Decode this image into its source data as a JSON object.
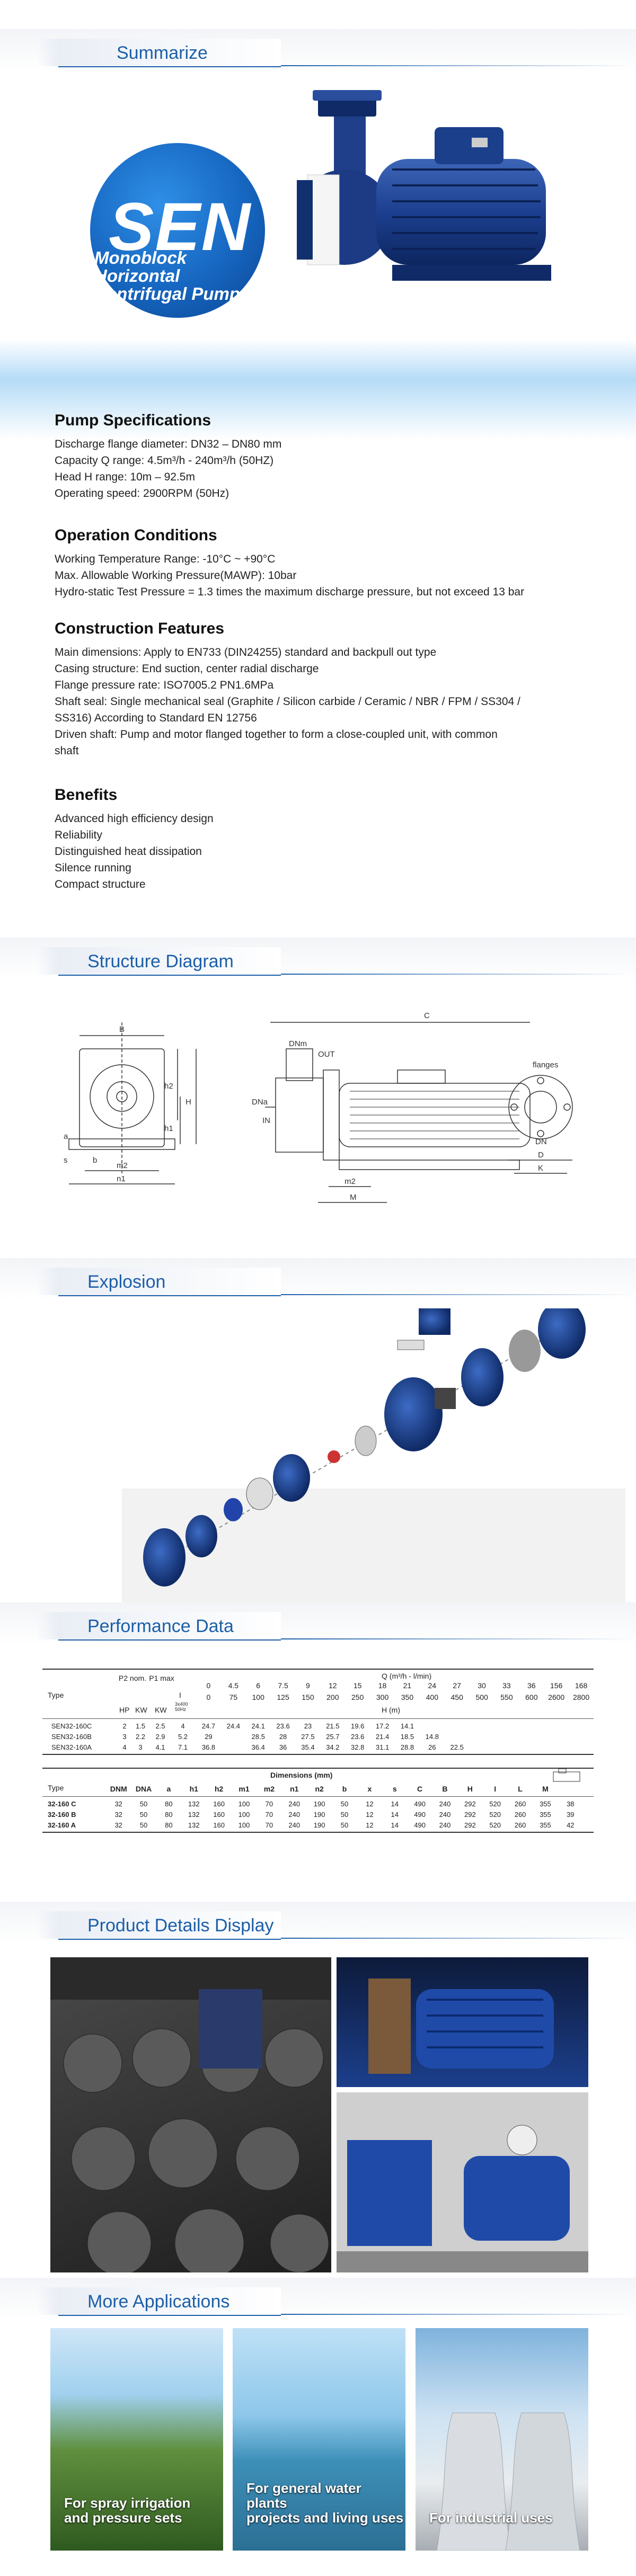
{
  "sections": {
    "summarize": "Summarize",
    "structure": "Structure Diagram",
    "explosion": "Explosion",
    "performance": "Performance Data",
    "product": "Product Details Display",
    "applications": "More Applications"
  },
  "hero": {
    "brand": "SEN",
    "subtitle_1": "Monoblock Horizontal",
    "subtitle_2": "Centrifugal Pumps"
  },
  "specs": [
    {
      "heading": "Pump Specifications",
      "lines": [
        "Discharge flange diameter: DN32 – DN80 mm",
        "Capacity Q range: 4.5m³/h - 240m³/h (50HZ)",
        "Head H range: 10m – 92.5m",
        "Operating speed: 2900RPM (50Hz)"
      ]
    },
    {
      "heading": "Operation Conditions",
      "lines": [
        "Working Temperature Range: -10°C ~ +90°C",
        "Max. Allowable Working Pressure(MAWP): 10bar",
        "Hydro-static Test Pressure = 1.3 times the maximum discharge pressure, but not exceed 13 bar"
      ]
    },
    {
      "heading": "Construction Features",
      "lines": [
        "Main dimensions: Apply to EN733 (DIN24255) standard and backpull out type",
        "Casing structure: End suction, center radial discharge",
        "Flange pressure rate: ISO7005.2 PN1.6MPa",
        "Shaft seal: Single mechanical seal (Graphite / Silicon carbide / Ceramic / NBR / FPM / SS304 /",
        "SS316) According to Standard EN 12756",
        "Driven shaft: Pump and motor flanged together to form a close-coupled unit, with common",
        "shaft"
      ]
    },
    {
      "heading": "Benefits",
      "lines": [
        "Advanced high efficiency design",
        "Reliability",
        "Distinguished heat dissipation",
        "Silence running",
        "Compact structure"
      ]
    }
  ],
  "diagram_labels": {
    "B": "B",
    "a": "a",
    "h2": "h2",
    "H": "H",
    "h1": "h1",
    "s": "s",
    "b": "b",
    "m2": "m2",
    "n1": "n1",
    "C": "C",
    "DNm": "DNm",
    "OUT": "OUT",
    "DNa": "DNa",
    "IN": "IN",
    "M": "M",
    "flanges": "flanges",
    "DN": "DN",
    "D": "D",
    "K": "K"
  },
  "performance": {
    "q_header": "Q (m³/h - l/min)",
    "h_header": "H (m)",
    "type_label": "Type",
    "p2_label": "P2 nom.",
    "p1_label": "P1 max",
    "i_label": "I",
    "hp": "HP",
    "kw1": "KW",
    "kw2": "KW",
    "amp": "3x400 50Hz",
    "q_m3h": [
      "0",
      "4.5",
      "6",
      "7.5",
      "9",
      "12",
      "15",
      "18",
      "21",
      "24",
      "27",
      "30",
      "33",
      "36",
      "156",
      "168"
    ],
    "q_lmin": [
      "0",
      "75",
      "100",
      "125",
      "150",
      "200",
      "250",
      "300",
      "350",
      "400",
      "450",
      "500",
      "550",
      "600",
      "2600",
      "2800"
    ],
    "rows": [
      {
        "type": "SEN32-160C",
        "hp": "2",
        "kw": "1.5",
        "p1": "2.5",
        "i": "4",
        "h": [
          "24.7",
          "24.4",
          "24.1",
          "23.6",
          "23",
          "21.5",
          "19.6",
          "17.2",
          "14.1",
          "",
          "",
          "",
          "",
          "",
          "",
          ""
        ]
      },
      {
        "type": "SEN32-160B",
        "hp": "3",
        "kw": "2.2",
        "p1": "2.9",
        "i": "5.2",
        "h": [
          "29",
          "",
          "28.5",
          "28",
          "27.5",
          "25.7",
          "23.6",
          "21.4",
          "18.5",
          "14.8",
          "",
          "",
          "",
          "",
          "",
          ""
        ]
      },
      {
        "type": "SEN32-160A",
        "hp": "4",
        "kw": "3",
        "p1": "4.1",
        "i": "7.1",
        "h": [
          "36.8",
          "",
          "36.4",
          "36",
          "35.4",
          "34.2",
          "32.8",
          "31.1",
          "28.8",
          "26",
          "22.5",
          "",
          "",
          "",
          "",
          ""
        ]
      }
    ],
    "dims_header": "Dimensions (mm)",
    "dims_cols": [
      "DNM",
      "DNA",
      "a",
      "h1",
      "h2",
      "m1",
      "m2",
      "n1",
      "n2",
      "b",
      "x",
      "s",
      "C",
      "B",
      "H",
      "I",
      "L",
      "M"
    ],
    "dims_rows": [
      {
        "type": "32-160 C",
        "vals": [
          "32",
          "50",
          "80",
          "132",
          "160",
          "100",
          "70",
          "240",
          "190",
          "50",
          "12",
          "14",
          "490",
          "240",
          "292",
          "520",
          "260",
          "355",
          "38"
        ]
      },
      {
        "type": "32-160 B",
        "vals": [
          "32",
          "50",
          "80",
          "132",
          "160",
          "100",
          "70",
          "240",
          "190",
          "50",
          "12",
          "14",
          "490",
          "240",
          "292",
          "520",
          "260",
          "355",
          "39"
        ]
      },
      {
        "type": "32-160 A",
        "vals": [
          "32",
          "50",
          "80",
          "132",
          "160",
          "100",
          "70",
          "240",
          "190",
          "50",
          "12",
          "14",
          "490",
          "240",
          "292",
          "520",
          "260",
          "355",
          "42"
        ]
      }
    ]
  },
  "applications": [
    {
      "label_1": "For spray irrigation",
      "label_2": "and pressure sets"
    },
    {
      "label_1": "For general water plants",
      "label_2": "projects and living uses"
    },
    {
      "label_1": "For industrial uses",
      "label_2": ""
    }
  ],
  "colors": {
    "brand_blue": "#1c5fa8",
    "pump_blue": "#1f3f8a",
    "water": "#8cc8f5"
  }
}
